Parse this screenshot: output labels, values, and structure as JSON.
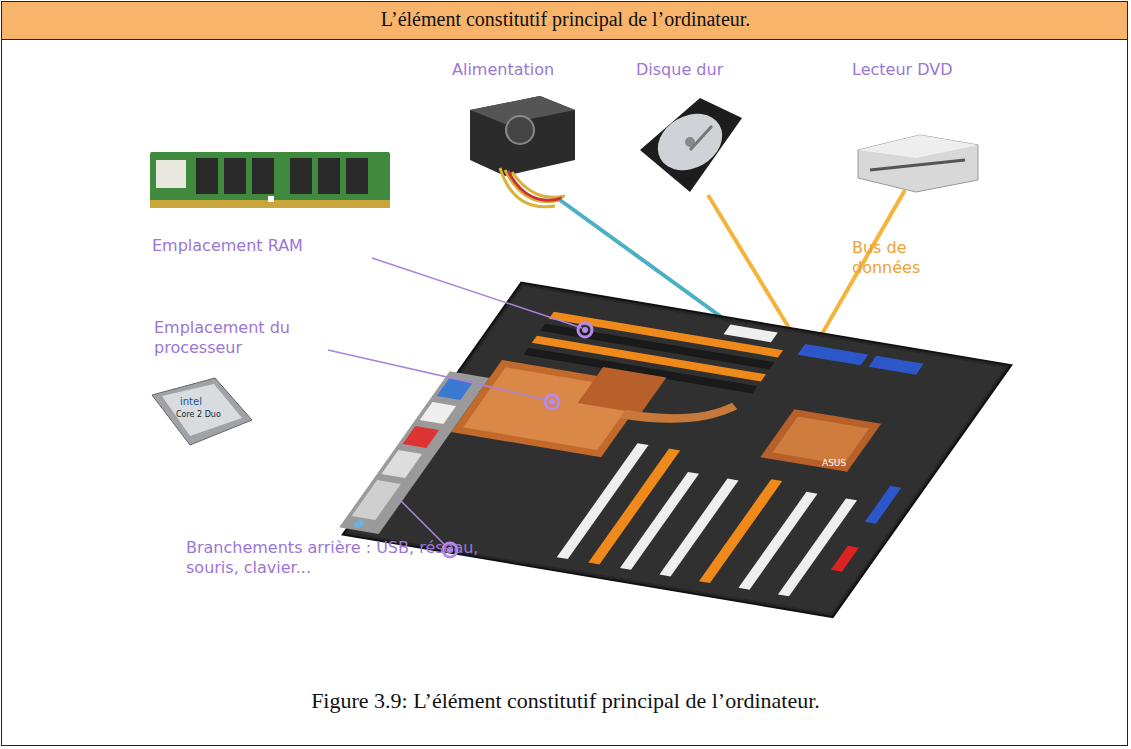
{
  "diagram": {
    "title": "L’élément constitutif principal de l’ordinateur.",
    "caption": "Figure 3.9: L’élément constitutif principal de l’ordinateur.",
    "labels": [
      "Alimentation",
      "Disque dur",
      "Lecteur DVD",
      "Emplacement RAM",
      "Emplacement du processeur",
      "Bus de données",
      "Branchements arrière : USB, réseau, souris, clavier...",
      "intel",
      "Core 2 Duo",
      "ASUS"
    ]
  }
}
